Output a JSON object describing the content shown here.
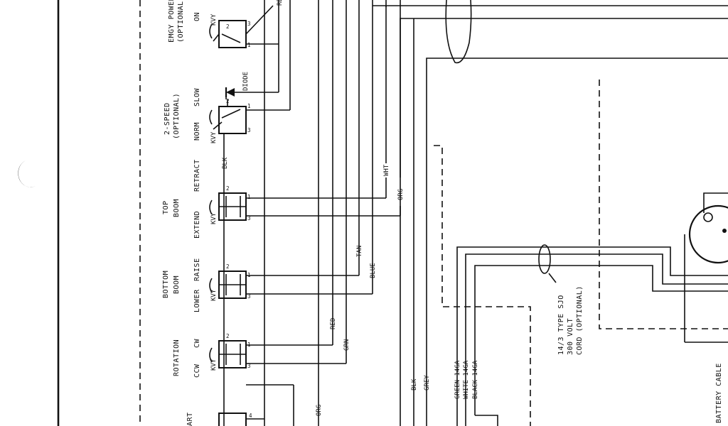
{
  "switches": {
    "emgy": {
      "label1": "EMGY POWER",
      "label2": "(OPTIONAL)",
      "pos1": "ON",
      "kvy": "KVY",
      "t1": "1",
      "t2": "2",
      "t3": "3"
    },
    "speed": {
      "label1": "2-SPEED",
      "label2": "(OPTIONAL)",
      "pos1": "NORM",
      "pos2": "SLOW",
      "kvy": "KVY",
      "t1": "1",
      "t2": "2",
      "t3": "3"
    },
    "top": {
      "label1": "TOP",
      "label2": "BOOM",
      "pos1": "EXTEND",
      "pos2": "RETRACT",
      "kvy": "KVY",
      "t1": "1",
      "t2": "2",
      "t3": "3"
    },
    "bottom": {
      "label1": "BOTTOM",
      "label2": "BOOM",
      "pos1": "LOWER",
      "pos2": "RAISE",
      "kvy": "KVY",
      "t1": "1",
      "t2": "2",
      "t3": "3"
    },
    "rotation": {
      "label1": "ROTATION",
      "pos1": "CCW",
      "pos2": "CW",
      "kvy": "KVY",
      "t1": "1",
      "t2": "2",
      "t3": "3"
    },
    "start": {
      "label1": "ART",
      "t4": "4"
    }
  },
  "diode_label": "DIODE",
  "wires": {
    "red_top": "RED",
    "blk_small": "BLK",
    "wht": "WHT",
    "org_top": "ORG",
    "tan": "TAN",
    "blue": "BLUE",
    "red": "RED",
    "grn": "GRN",
    "org_bottom": "ORG",
    "blk": "BLK",
    "grey": "GREY",
    "green14": "GREEN 14GA",
    "white14": "WHITE 14GA",
    "black14": "BLACK 14GA"
  },
  "cord": {
    "line1": "14/3 TYPE SJO",
    "line2": "300 VOLT",
    "line3": "CORD (OPTIONAL)"
  },
  "battery_cable": "BATTERY CABLE"
}
